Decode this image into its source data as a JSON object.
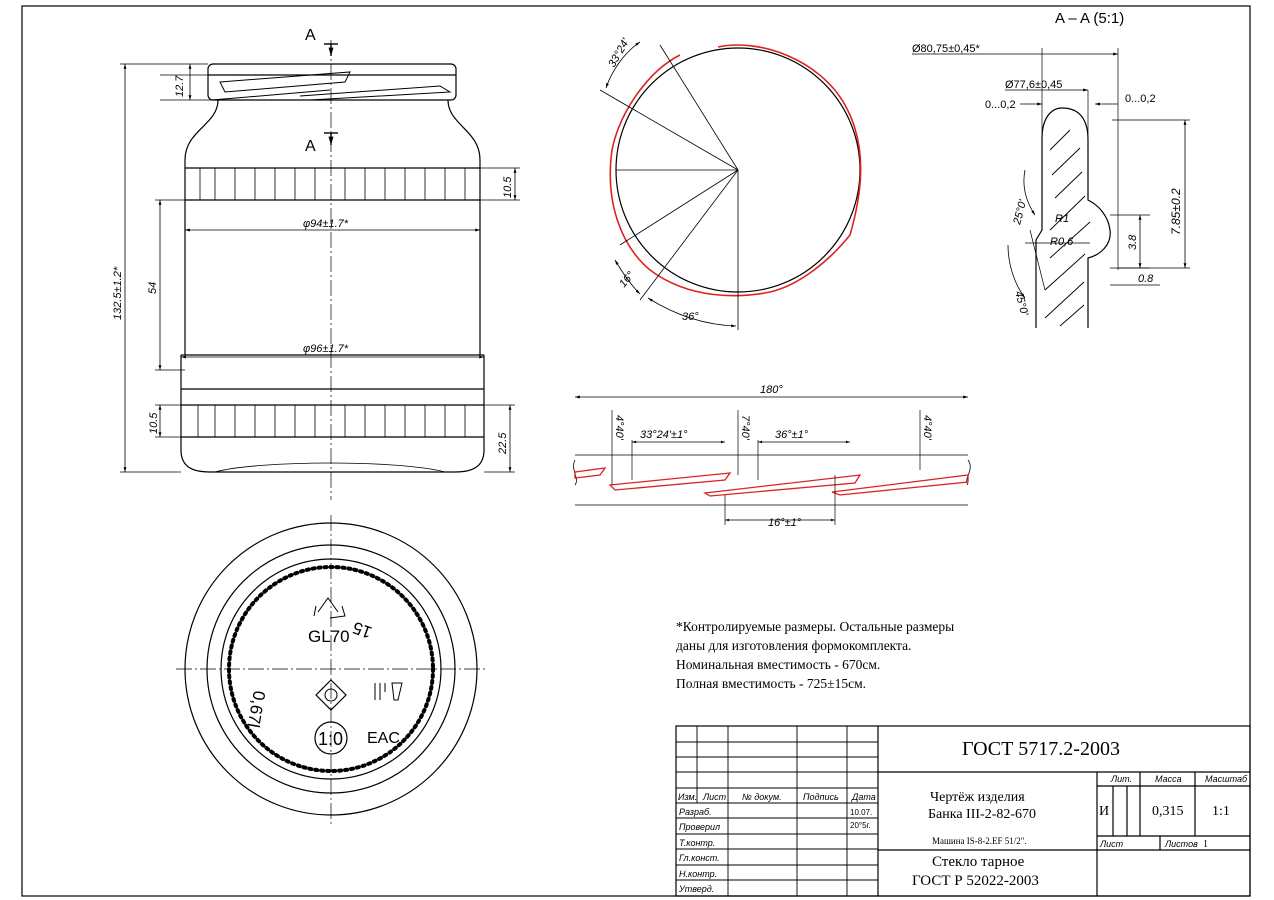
{
  "section_title": "A – A (5:1)",
  "section_marks": {
    "top": "A",
    "bottom": "A"
  },
  "side_view": {
    "d_body": "φ94±1.7*",
    "d_base": "φ96±1.7*",
    "h_total": "132.5±1.2*",
    "h_body": "54",
    "h_neck": "12.7",
    "h_knurl_top": "10.5",
    "h_knurl_bottom": "10.5",
    "h_base": "22.5"
  },
  "section_view": {
    "d_outer": "Ø80,75±0,45*",
    "d_inner": "Ø77,6±0,45",
    "tol_left": "0...0,2",
    "tol_right": "0...0,2",
    "h_finish": "7.85±0.2",
    "h_lug": "3.8",
    "w_lug": "0.8",
    "angle_top": "25°0'",
    "angle_bottom": "45°0'",
    "radius_1": "R1",
    "radius_2": "R0,6"
  },
  "top_view": {
    "angle_a": "33°24'",
    "angle_b": "16°",
    "angle_c": "36°"
  },
  "thread_dev": {
    "total": "180°",
    "a1": "4°40'",
    "a2": "7°40'",
    "a3": "4°40'",
    "seg1": "33°24'±1°",
    "seg2": "36°±1°",
    "seg3": "16°±1°"
  },
  "bottom_view": {
    "closure": "GL70",
    "number_right": "15",
    "capacity": "0,67l",
    "mark": "1:0",
    "cert": "EAC"
  },
  "notes": [
    "*Контролируемые размеры. Остальные размеры",
    "даны для изготовления формокомплекта.",
    "Номинальная вместимость - 670см.",
    "Полная вместимость - 725±15см."
  ],
  "title_block": {
    "standard": "ГОСТ 5717.2-2003",
    "drawing_title": "Чертёж изделия",
    "product": "Банка  III-2-82-670",
    "machine": "Машина IS-8-2.EF 51/2\".",
    "material": "Стекло тарное",
    "material_standard": "ГОСТ Р 52022-2003",
    "col_lit": "Лит.",
    "col_mass": "Масса",
    "col_scale": "Масштаб",
    "lit_value": "И",
    "mass_value": "0,315",
    "scale_value": "1:1",
    "sheet_label": "Лист",
    "sheets_label": "Листов",
    "sheets_value": "1",
    "head": [
      "Изм.",
      "Лист",
      "№ докум.",
      "Подпись",
      "Дата"
    ],
    "rows": [
      {
        "label": "Разраб.",
        "date": "10.07."
      },
      {
        "label": "Проверил",
        "date": "20°5г."
      },
      {
        "label": "Т.контр.",
        "date": ""
      },
      {
        "label": "Гл.конст.",
        "date": ""
      },
      {
        "label": "Н.контр.",
        "date": ""
      },
      {
        "label": "Утверд.",
        "date": ""
      }
    ]
  }
}
